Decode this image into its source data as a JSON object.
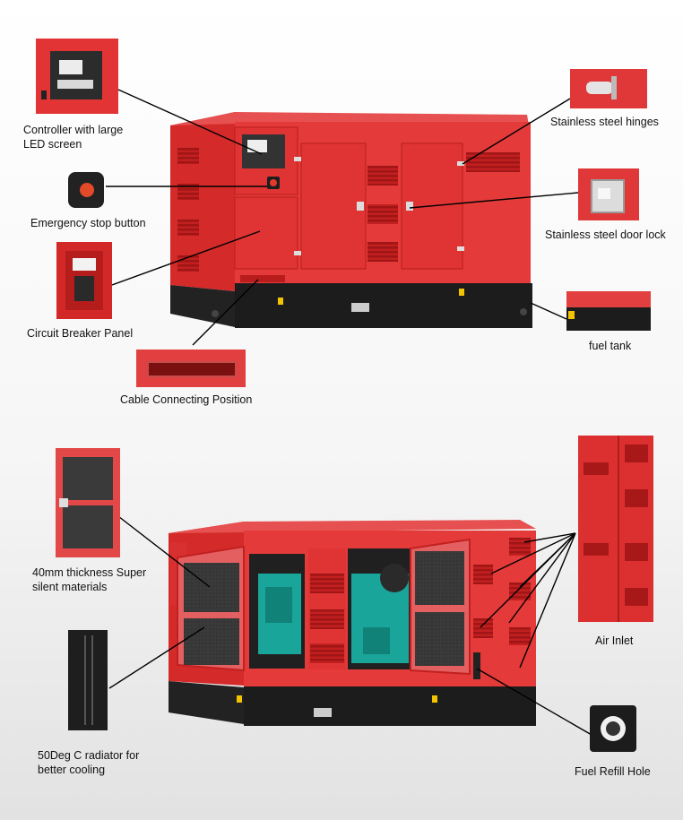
{
  "top": {
    "labels": {
      "controller_line1": "Controller with large",
      "controller_line2": "LED screen",
      "emergency": "Emergency stop button",
      "breaker": "Circuit Breaker Panel",
      "cable": "Cable Connecting Position",
      "hinges": "Stainless steel hinges",
      "door_lock": "Stainless steel door lock",
      "fuel_tank": "fuel tank"
    }
  },
  "bottom": {
    "labels": {
      "silent_line1": "40mm thickness Super",
      "silent_line2": "silent materials",
      "radiator_line1": "50Deg C radiator for",
      "radiator_line2": "better cooling",
      "air_inlet": "Air Inlet",
      "fuel_refill": "Fuel Refill Hole"
    }
  },
  "colors": {
    "body_red": "#e53a3a",
    "dark_red": "#c92020",
    "base_black": "#1c1c1c",
    "engine_teal": "#1aa59a",
    "panel_dark": "#3b3b3b"
  },
  "icons": [
    "emergency-stop-icon",
    "fuel-cap-icon",
    "hinge-icon",
    "door-lock-icon"
  ]
}
